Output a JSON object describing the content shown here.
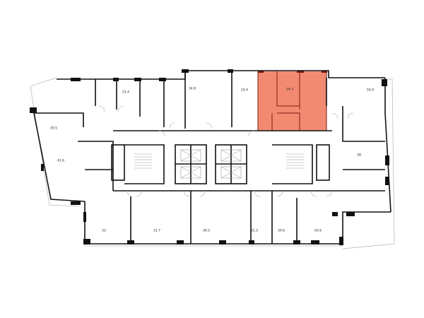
{
  "highlight_color": "#f28a72",
  "highlight_wall_color": "#7a1a10",
  "units": [
    {
      "id": "u1",
      "area": "51.4"
    },
    {
      "id": "u2",
      "area": "29.5"
    },
    {
      "id": "u3",
      "area": "34.8"
    },
    {
      "id": "u4",
      "area": "24.4"
    },
    {
      "id": "u5",
      "area": "54.3",
      "selected": true
    },
    {
      "id": "u6",
      "area": "55.9"
    },
    {
      "id": "u7",
      "area": "41.6"
    },
    {
      "id": "u8",
      "area": "28"
    },
    {
      "id": "u9",
      "area": "32"
    },
    {
      "id": "u10",
      "area": "31.7"
    },
    {
      "id": "u11",
      "area": "36.5"
    },
    {
      "id": "u12",
      "area": "22.3"
    },
    {
      "id": "u13",
      "area": "30.6"
    },
    {
      "id": "u14",
      "area": "50.9"
    }
  ]
}
